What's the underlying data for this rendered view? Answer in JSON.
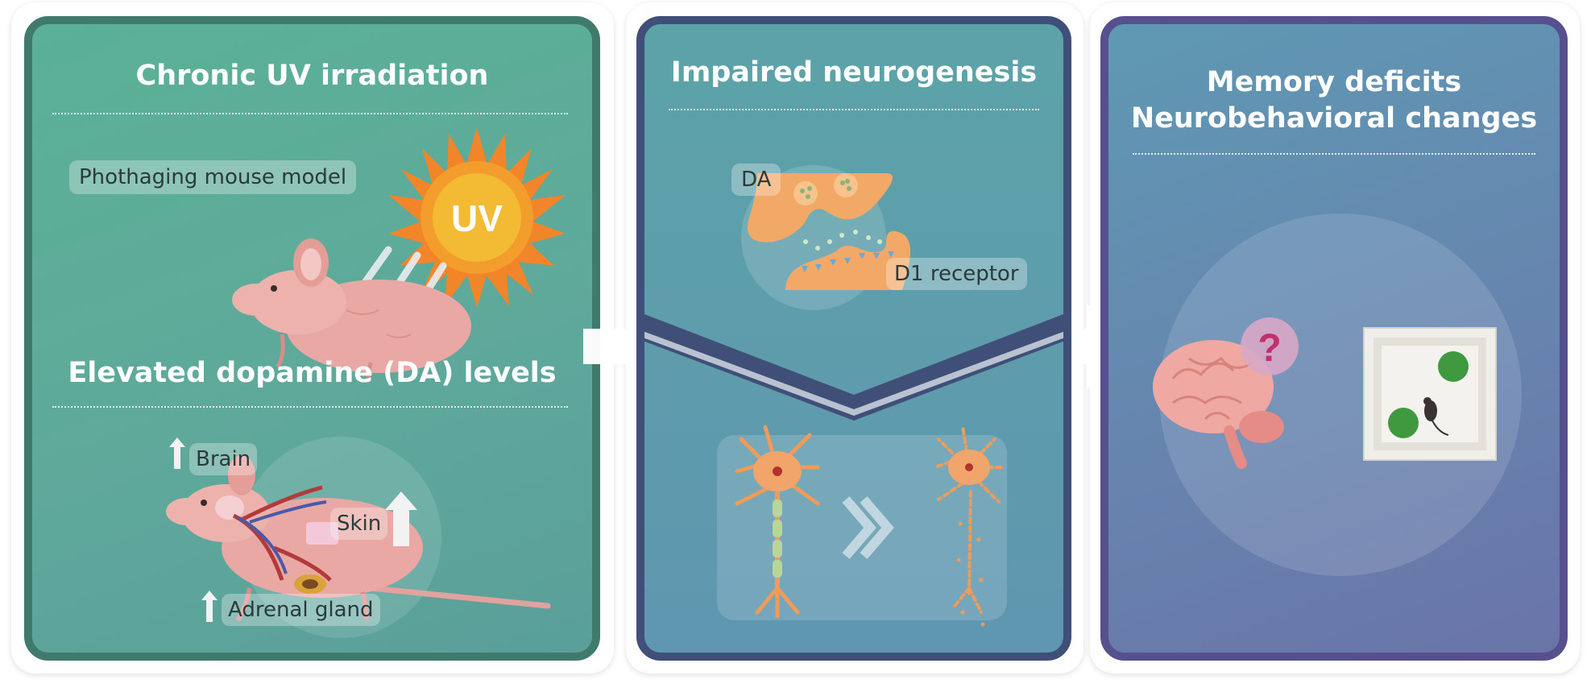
{
  "panel1": {
    "title_top": "Chronic UV irradiation",
    "model_label": "Phothaging mouse model",
    "sun_label": "UV",
    "title_mid": "Elevated dopamine (DA) levels",
    "organ_labels": {
      "brain": "Brain",
      "skin": "Skin",
      "adrenal": "Adrenal gland"
    }
  },
  "panel2": {
    "title": "Impaired neurogenesis",
    "da_label": "DA",
    "receptor_label": "D1 receptor"
  },
  "panel3": {
    "title_line1": "Memory deficits",
    "title_line2": "Neurobehavioral changes",
    "question_mark": "?"
  },
  "icons": [
    "sun-icon",
    "mouse-icon",
    "up-arrow-icon",
    "synapse-icon",
    "neuron-icon",
    "double-chevron-icon",
    "brain-icon",
    "question-icon",
    "arena-icon",
    "right-arrow-icon"
  ],
  "colors": {
    "panel1": "#5fa99b",
    "panel2": "#5f9cae",
    "panel3": "#6783ae",
    "sun": "#f08a2a",
    "mouse": "#e9a8a4",
    "neuron": "#f0a46b",
    "question": "#c0306b"
  }
}
